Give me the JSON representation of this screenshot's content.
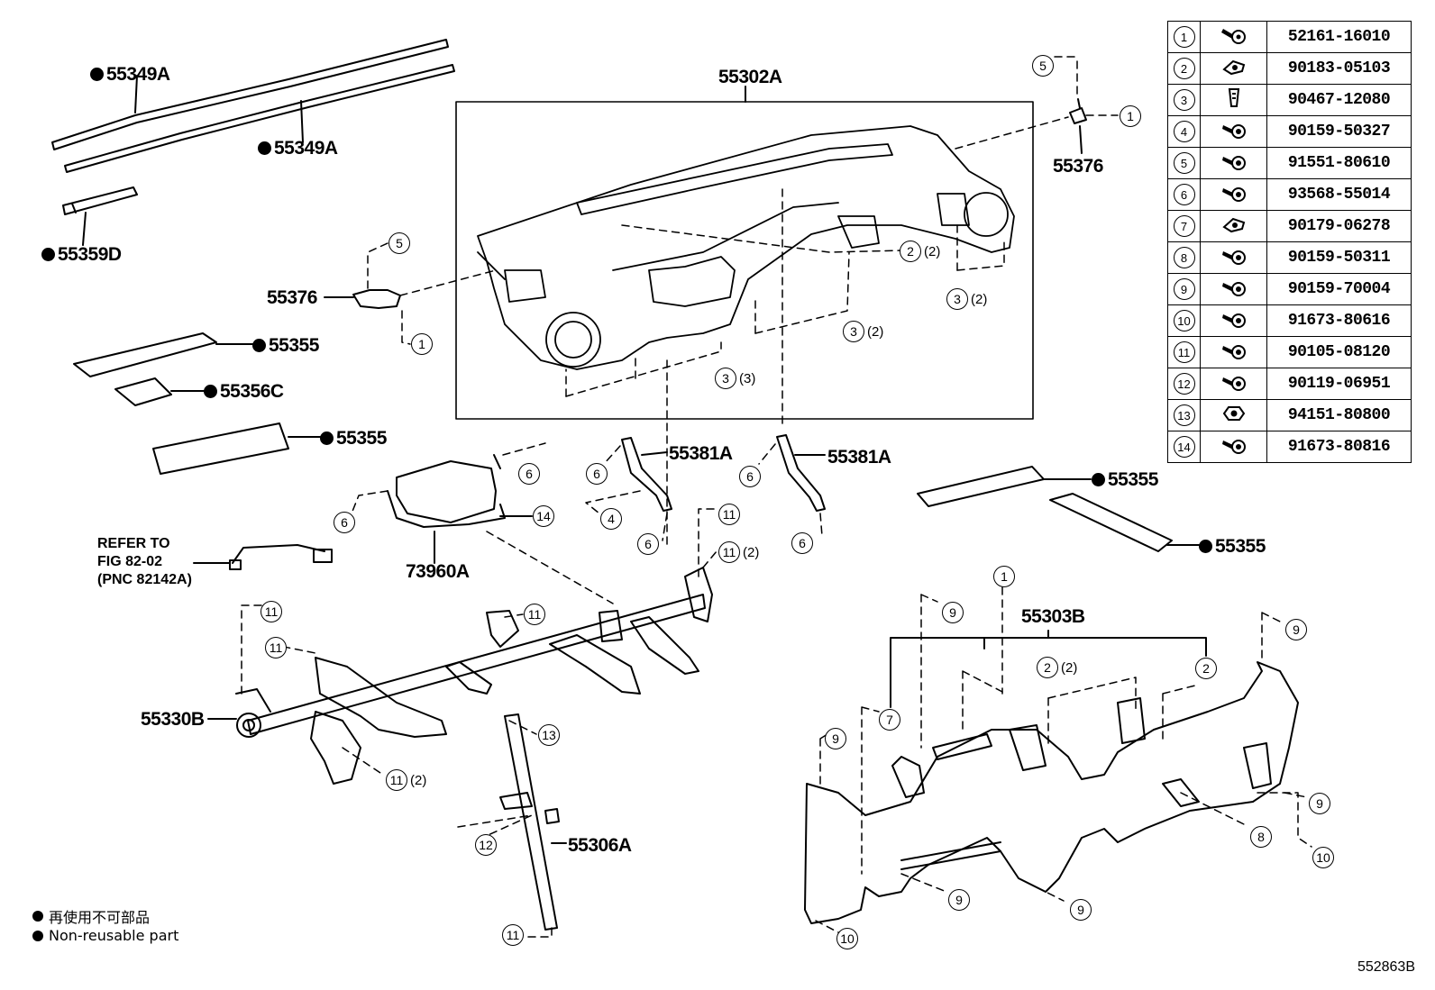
{
  "labels": {
    "l55349a_1": "55349A",
    "l55349a_2": "55349A",
    "l55359d": "55359D",
    "l55302a": "55302A",
    "l55376_r": "55376",
    "l55376_l": "55376",
    "l55355_1": "55355",
    "l55356c": "55356C",
    "l55355_2": "55355",
    "l55381a_1": "55381A",
    "l55381a_2": "55381A",
    "l55355_3": "55355",
    "l55355_4": "55355",
    "l73960a": "73960A",
    "l55303b": "55303B",
    "l55330b": "55330B",
    "l55306a": "55306A"
  },
  "refer_note": {
    "line1": "REFER TO",
    "line2": "FIG 82-02",
    "line3": "(PNC 82142A)"
  },
  "parts_table": [
    {
      "no": "1",
      "icon": "bolt-washer-icon",
      "part": "52161-16010"
    },
    {
      "no": "2",
      "icon": "clip-nut-icon",
      "part": "90183-05103"
    },
    {
      "no": "3",
      "icon": "clip-icon",
      "part": "90467-12080"
    },
    {
      "no": "4",
      "icon": "screw-icon",
      "part": "90159-50327"
    },
    {
      "no": "5",
      "icon": "screw-icon",
      "part": "91551-80610"
    },
    {
      "no": "6",
      "icon": "screw-icon",
      "part": "93568-55014"
    },
    {
      "no": "7",
      "icon": "clip-nut-icon",
      "part": "90179-06278"
    },
    {
      "no": "8",
      "icon": "screw-icon",
      "part": "90159-50311"
    },
    {
      "no": "9",
      "icon": "screw-icon",
      "part": "90159-70004"
    },
    {
      "no": "10",
      "icon": "screw-icon",
      "part": "91673-80616"
    },
    {
      "no": "11",
      "icon": "screw-icon",
      "part": "90105-08120"
    },
    {
      "no": "12",
      "icon": "screw-icon",
      "part": "90119-06951"
    },
    {
      "no": "13",
      "icon": "nut-icon",
      "part": "94151-80800"
    },
    {
      "no": "14",
      "icon": "screw-icon",
      "part": "91673-80816"
    }
  ],
  "legend": {
    "jp": "再使用不可部品",
    "en": "Non-reusable part"
  },
  "figure_code": "552863B",
  "callouts": [
    {
      "n": "5",
      "q": ""
    },
    {
      "n": "1",
      "q": ""
    },
    {
      "n": "5",
      "q": ""
    },
    {
      "n": "1",
      "q": ""
    },
    {
      "n": "2",
      "q": "(2)"
    },
    {
      "n": "3",
      "q": "(2)"
    },
    {
      "n": "3",
      "q": "(2)"
    },
    {
      "n": "3",
      "q": "(3)"
    },
    {
      "n": "6",
      "q": ""
    },
    {
      "n": "6",
      "q": ""
    },
    {
      "n": "14",
      "q": ""
    },
    {
      "n": "6",
      "q": ""
    },
    {
      "n": "4",
      "q": ""
    },
    {
      "n": "6",
      "q": ""
    },
    {
      "n": "6",
      "q": ""
    },
    {
      "n": "6",
      "q": ""
    },
    {
      "n": "11",
      "q": ""
    },
    {
      "n": "11",
      "q": "(2)"
    },
    {
      "n": "11",
      "q": ""
    },
    {
      "n": "11",
      "q": ""
    },
    {
      "n": "11",
      "q": ""
    },
    {
      "n": "13",
      "q": ""
    },
    {
      "n": "11",
      "q": "(2)"
    },
    {
      "n": "12",
      "q": ""
    },
    {
      "n": "11",
      "q": ""
    },
    {
      "n": "1",
      "q": ""
    },
    {
      "n": "9",
      "q": ""
    },
    {
      "n": "2",
      "q": "(2)"
    },
    {
      "n": "2",
      "q": ""
    },
    {
      "n": "9",
      "q": ""
    },
    {
      "n": "7",
      "q": ""
    },
    {
      "n": "9",
      "q": ""
    },
    {
      "n": "9",
      "q": ""
    },
    {
      "n": "8",
      "q": ""
    },
    {
      "n": "10",
      "q": ""
    },
    {
      "n": "9",
      "q": ""
    },
    {
      "n": "9",
      "q": ""
    },
    {
      "n": "10",
      "q": ""
    }
  ]
}
